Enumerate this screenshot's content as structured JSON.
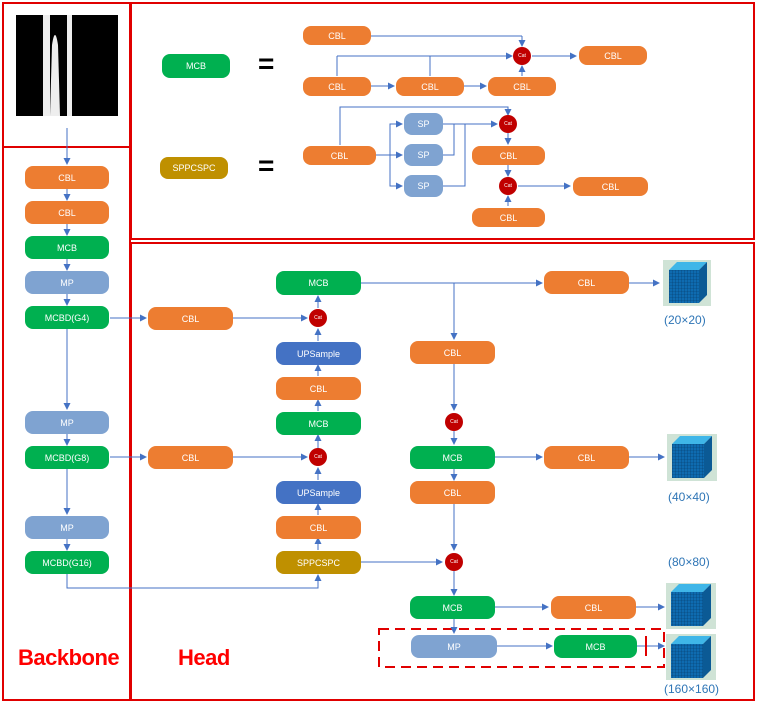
{
  "sections": {
    "backbone": "Backbone",
    "head": "Head"
  },
  "legend": {
    "mcb": "MCB",
    "sppcspc": "SPPCSPC",
    "equals": "="
  },
  "labels": {
    "cbl": "CBL",
    "mcb": "MCB",
    "mp": "MP",
    "sp": "SP",
    "upsample": "UPSample",
    "sppcspc": "SPPCSPC",
    "cat": "Cat",
    "mcbd_g4": "MCBD(G4)",
    "mcbd_g8": "MCBD(G8)",
    "mcbd_g16": "MCBD(G16)"
  },
  "outputs": {
    "o1": "(20×20)",
    "o2": "(40×40)",
    "o3": "(80×80)",
    "o4": "(160×160)"
  },
  "colors": {
    "cbl": "#ed7d31",
    "mcb": "#00b050",
    "mp": "#7fa3d1",
    "upsample": "#4472c4",
    "sppcspc": "#bf9000",
    "cat": "#c00000",
    "border": "#e00000",
    "arrow": "#4472c4"
  }
}
